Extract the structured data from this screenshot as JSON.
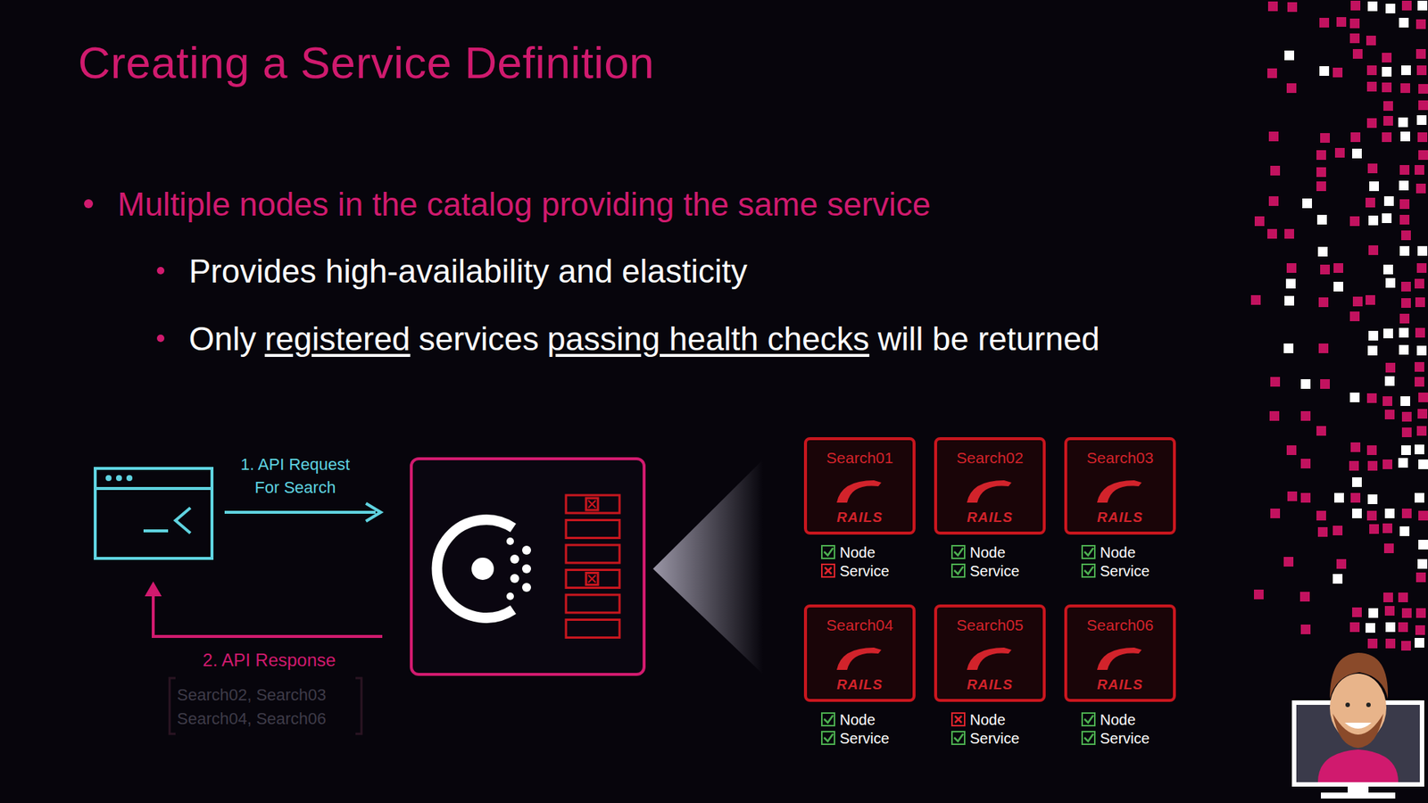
{
  "diagram": {
    "title": "Creating a Service Definition",
    "nodes": [
      {
        "text": [
          "Search01",
          "RAILS"
        ]
      },
      {
        "text": [
          "Search02",
          "RAILS"
        ]
      },
      {
        "text": [
          "Search03",
          "RAILS"
        ]
      },
      {
        "text": [
          "Search04",
          "RAILS"
        ]
      },
      {
        "text": [
          "Search05",
          "RAILS"
        ]
      },
      {
        "text": [
          "Search06",
          "RAILS"
        ]
      }
    ],
    "labels": [
      "Multiple nodes in the catalog providing the same service",
      "Provides high-availability and elasticity",
      "Only",
      "registered",
      "services",
      "passing health checks",
      "will be returned",
      "1. API Request For Search",
      "2. API Response",
      "Search02, Search03 Search04, Search06",
      "Node",
      "Service",
      "Node",
      "Service",
      "Node",
      "Service",
      "Node",
      "Service",
      "Node",
      "Service",
      "Node",
      "Service"
    ]
  }
}
